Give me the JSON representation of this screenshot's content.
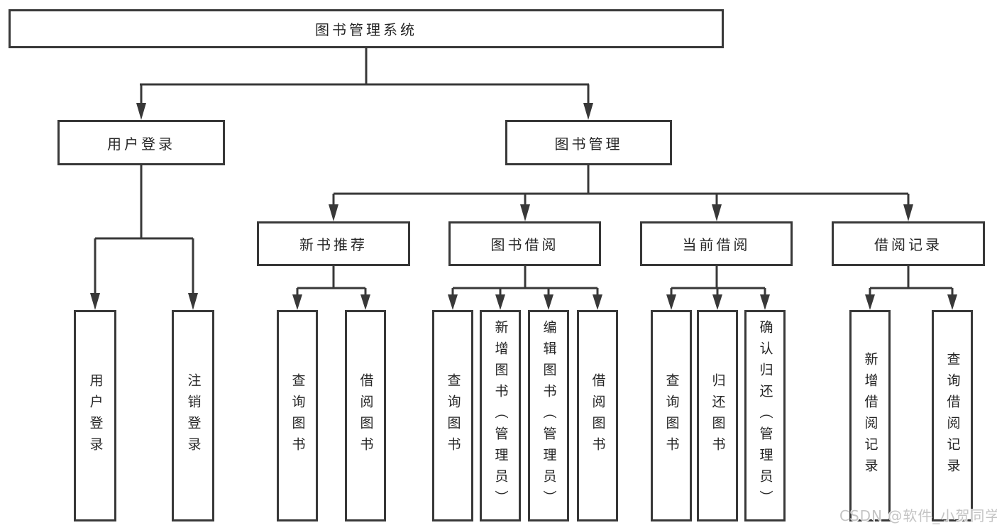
{
  "diagram": {
    "title_node": {
      "label": "图书管理系统"
    },
    "level2": [
      {
        "label": "用户登录"
      },
      {
        "label": "图书管理"
      }
    ],
    "level3": [
      {
        "label": "新书推荐"
      },
      {
        "label": "图书借阅"
      },
      {
        "label": "当前借阅"
      },
      {
        "label": "借阅记录"
      }
    ],
    "leaves": {
      "user_login": [
        "用户登录",
        "注销登录"
      ],
      "new_book_rec": [
        "查询图书",
        "借阅图书"
      ],
      "book_borrow": [
        "查询图书",
        "新增图书（管理员）",
        "编辑图书（管理员）",
        "借阅图书"
      ],
      "current_borrow": [
        "查询图书",
        "归还图书",
        "确认归还（管理员）"
      ],
      "borrow_records": [
        "新增借阅记录",
        "查询借阅记录"
      ]
    },
    "colors": {
      "line": "#383838",
      "text": "#262626",
      "background": "#ffffff"
    }
  },
  "watermark": {
    "text": "CSDN @软件_小贺同学",
    "color": "#c4c4c4"
  }
}
